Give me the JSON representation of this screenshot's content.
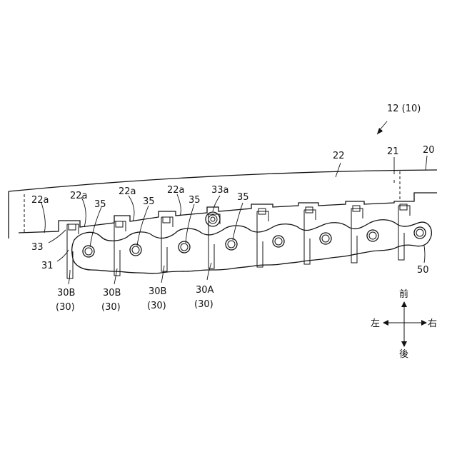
{
  "labels": {
    "assembly": "12 (10)",
    "part_20": "20",
    "part_21": "21",
    "part_22": "22",
    "part_22a": "22a",
    "part_33": "33",
    "part_31": "31",
    "part_33a": "33a",
    "part_35": "35",
    "part_50": "50",
    "part_30B": "30B",
    "part_30B_paren": "(30)",
    "part_30A": "30A",
    "part_30A_paren": "(30)"
  },
  "directions": {
    "front": "前",
    "back": "後",
    "left": "左",
    "right": "右"
  }
}
